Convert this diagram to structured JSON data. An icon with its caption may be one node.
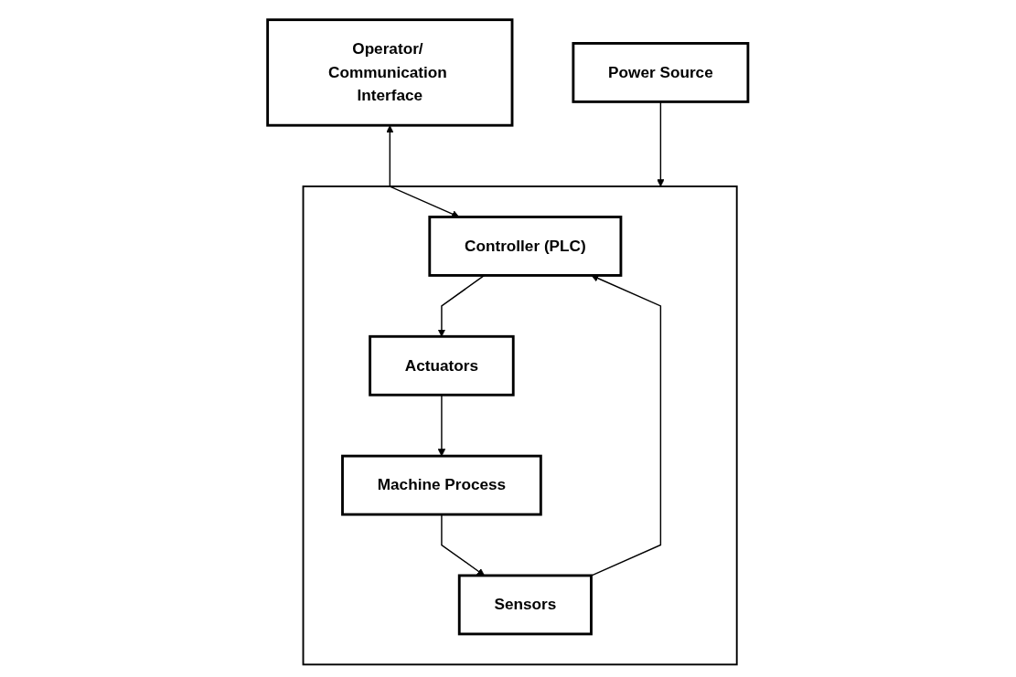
{
  "diagram": {
    "nodes": [
      {
        "text": [
          "Power Source"
        ]
      },
      {
        "text": [
          "Operator/ Communication Interface"
        ]
      },
      {
        "text": [],
        "shape": "box"
      },
      {
        "text": [
          "Controller (PLC)"
        ],
        "in": 2
      },
      {
        "text": [
          "Actuators"
        ],
        "in": 2
      },
      {
        "text": [
          "Machine Process"
        ],
        "in": 2
      },
      {
        "text": [
          "Sensors"
        ],
        "in": 2
      }
    ],
    "edges": [
      {
        "from": 0,
        "to": 2,
        "arrow": "to"
      },
      {
        "from": 1,
        "to": 3,
        "arrow": "both"
      },
      {
        "from": 3,
        "to": 4,
        "arrow": "to"
      },
      {
        "from": 4,
        "to": 5,
        "arrow": "to"
      },
      {
        "from": 5,
        "to": 6,
        "arrow": "to"
      },
      {
        "from": 6,
        "to": 3,
        "arrow": "to"
      }
    ]
  }
}
